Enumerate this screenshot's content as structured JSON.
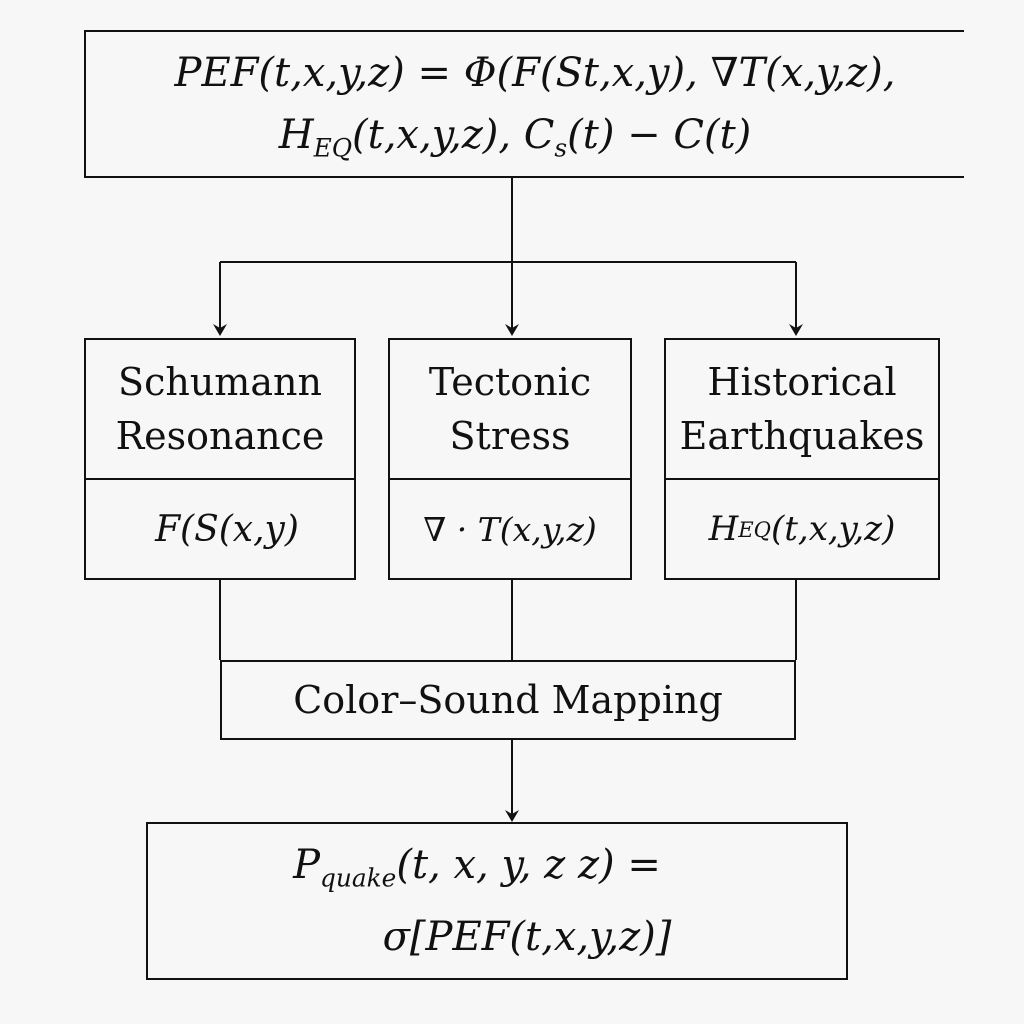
{
  "top_formula": {
    "line1": "PEF(t,x,y,z) = Φ(F(St,x,y), ∇T(x,y,z),",
    "line2_h": "H",
    "line2_h_sub": "EQ",
    "line2_rest": "(t,x,y,z), C",
    "line2_c_sub": "s",
    "line2_end": "(t) − C(t)"
  },
  "inputs": [
    {
      "title_line1": "Schumann",
      "title_line2": "Resonance",
      "formula": "F(S(x,y)"
    },
    {
      "title_line1": "Tectonic",
      "title_line2": "Stress",
      "formula": "∇ · T(x,y,z)"
    },
    {
      "title_line1": "Historical",
      "title_line2": "Earthquakes",
      "formula_main": "H",
      "formula_sub": "EQ",
      "formula_rest": "(t,x,y,z)"
    }
  ],
  "mapping": {
    "label": "Color–Sound Mapping"
  },
  "output": {
    "line1_p": "P",
    "line1_sub": "quake",
    "line1_rest": "(t, x, y, z z) =",
    "line2": "σ[PEF(t,x,y,z)]"
  }
}
